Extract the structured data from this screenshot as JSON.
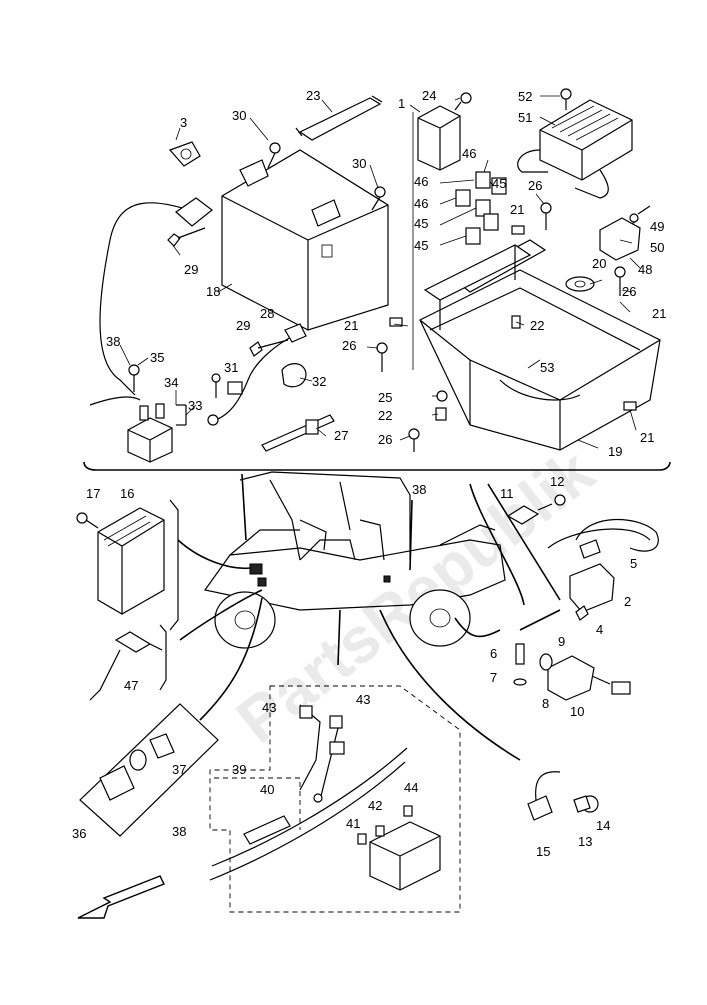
{
  "watermark": "PartsRepublik",
  "callouts": [
    {
      "id": "c1",
      "text": "1"
    },
    {
      "id": "c2",
      "text": "2"
    },
    {
      "id": "c3",
      "text": "3"
    },
    {
      "id": "c4",
      "text": "4"
    },
    {
      "id": "c5",
      "text": "5"
    },
    {
      "id": "c6",
      "text": "6"
    },
    {
      "id": "c7",
      "text": "7"
    },
    {
      "id": "c8",
      "text": "8"
    },
    {
      "id": "c9",
      "text": "9"
    },
    {
      "id": "c10",
      "text": "10"
    },
    {
      "id": "c11",
      "text": "11"
    },
    {
      "id": "c12",
      "text": "12"
    },
    {
      "id": "c13",
      "text": "13"
    },
    {
      "id": "c14",
      "text": "14"
    },
    {
      "id": "c15",
      "text": "15"
    },
    {
      "id": "c16",
      "text": "16"
    },
    {
      "id": "c17",
      "text": "17"
    },
    {
      "id": "c18",
      "text": "18"
    },
    {
      "id": "c19",
      "text": "19"
    },
    {
      "id": "c20",
      "text": "20"
    },
    {
      "id": "c21a",
      "text": "21"
    },
    {
      "id": "c21b",
      "text": "21"
    },
    {
      "id": "c21c",
      "text": "21"
    },
    {
      "id": "c21d",
      "text": "21"
    },
    {
      "id": "c22a",
      "text": "22"
    },
    {
      "id": "c22b",
      "text": "22"
    },
    {
      "id": "c23",
      "text": "23"
    },
    {
      "id": "c24",
      "text": "24"
    },
    {
      "id": "c25",
      "text": "25"
    },
    {
      "id": "c26a",
      "text": "26"
    },
    {
      "id": "c26b",
      "text": "26"
    },
    {
      "id": "c26c",
      "text": "26"
    },
    {
      "id": "c26d",
      "text": "26"
    },
    {
      "id": "c27",
      "text": "27"
    },
    {
      "id": "c28",
      "text": "28"
    },
    {
      "id": "c29a",
      "text": "29"
    },
    {
      "id": "c29b",
      "text": "29"
    },
    {
      "id": "c30a",
      "text": "30"
    },
    {
      "id": "c30b",
      "text": "30"
    },
    {
      "id": "c31",
      "text": "31"
    },
    {
      "id": "c32",
      "text": "32"
    },
    {
      "id": "c33",
      "text": "33"
    },
    {
      "id": "c34",
      "text": "34"
    },
    {
      "id": "c35",
      "text": "35"
    },
    {
      "id": "c36",
      "text": "36"
    },
    {
      "id": "c37",
      "text": "37"
    },
    {
      "id": "c38a",
      "text": "38"
    },
    {
      "id": "c38b",
      "text": "38"
    },
    {
      "id": "c38c",
      "text": "38"
    },
    {
      "id": "c39",
      "text": "39"
    },
    {
      "id": "c40",
      "text": "40"
    },
    {
      "id": "c41",
      "text": "41"
    },
    {
      "id": "c42",
      "text": "42"
    },
    {
      "id": "c43a",
      "text": "43"
    },
    {
      "id": "c43b",
      "text": "43"
    },
    {
      "id": "c44",
      "text": "44"
    },
    {
      "id": "c45a",
      "text": "45"
    },
    {
      "id": "c45b",
      "text": "45"
    },
    {
      "id": "c45c",
      "text": "45"
    },
    {
      "id": "c46a",
      "text": "46"
    },
    {
      "id": "c46b",
      "text": "46"
    },
    {
      "id": "c46c",
      "text": "46"
    },
    {
      "id": "c47",
      "text": "47"
    },
    {
      "id": "c48",
      "text": "48"
    },
    {
      "id": "c49",
      "text": "49"
    },
    {
      "id": "c50",
      "text": "50"
    },
    {
      "id": "c51",
      "text": "51"
    },
    {
      "id": "c52",
      "text": "52"
    },
    {
      "id": "c53",
      "text": "53"
    }
  ]
}
